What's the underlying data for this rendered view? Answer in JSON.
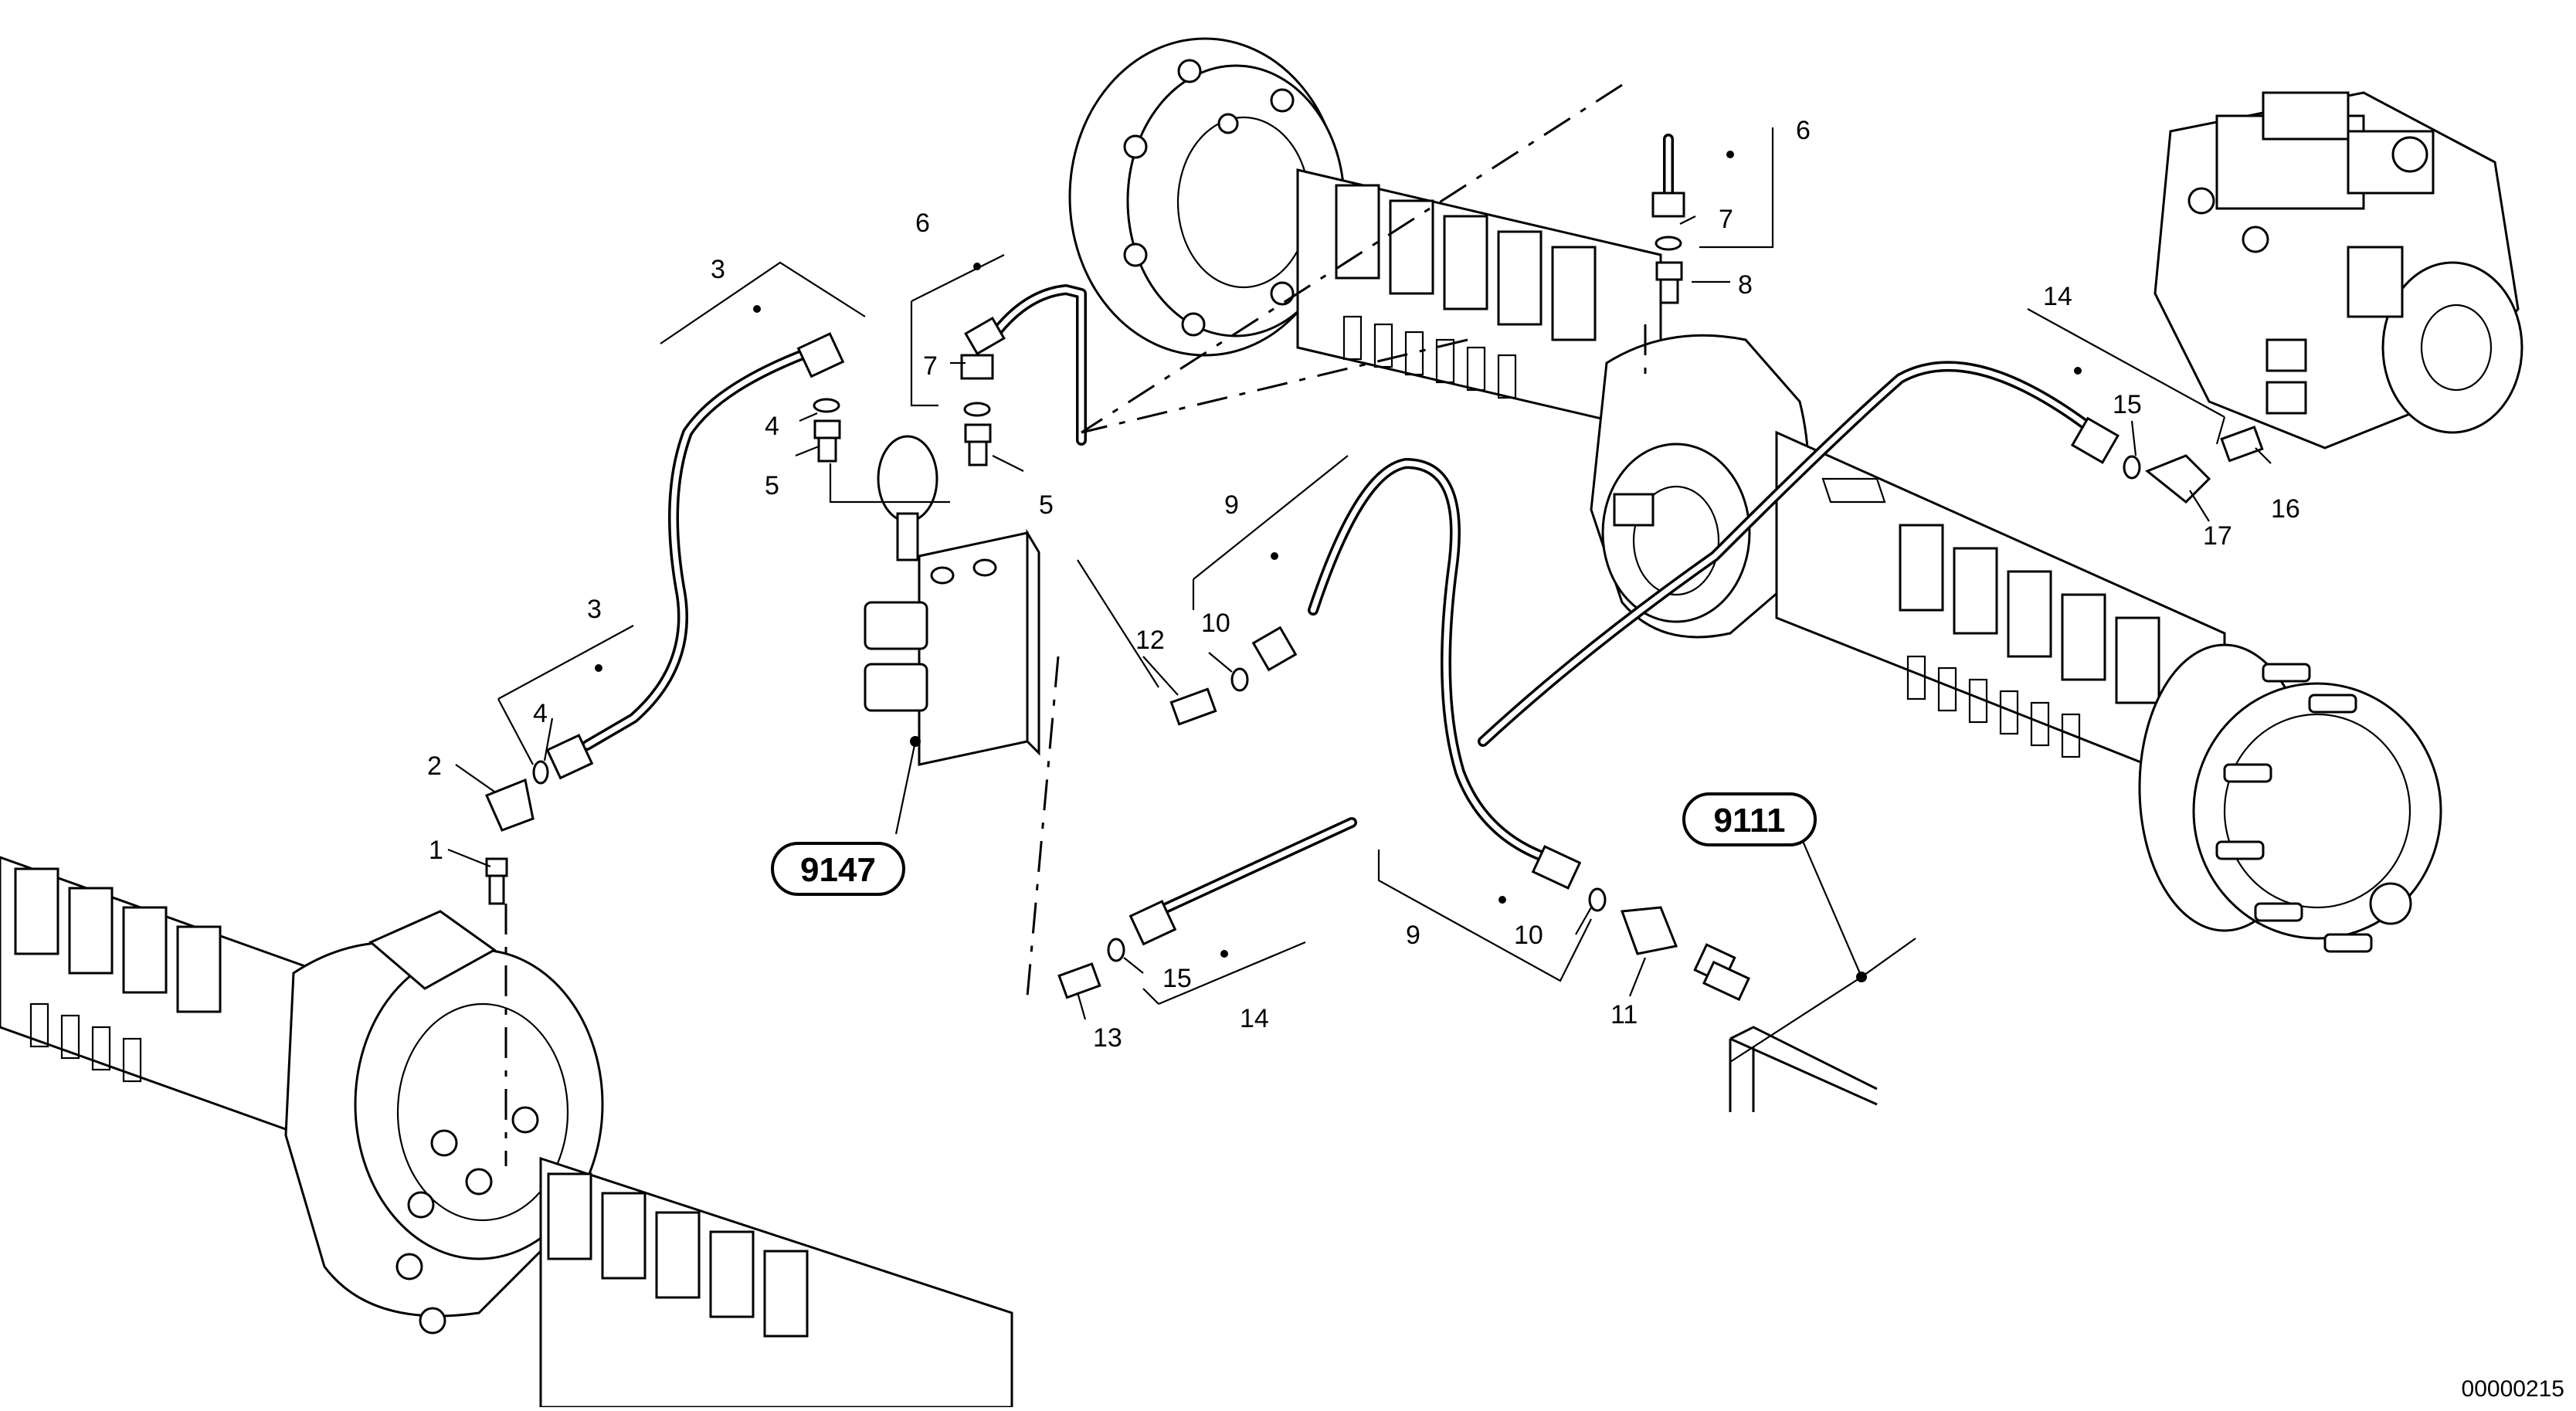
{
  "diagram": {
    "document_id": "00000215",
    "assembly_refs": {
      "valve_block": "9147",
      "tank": "9111"
    },
    "callouts": {
      "c1": "1",
      "c2": "2",
      "c3a": "3",
      "c3b": "3",
      "c4a": "4",
      "c4b": "4",
      "c5a": "5",
      "c5b": "5",
      "c6a": "6",
      "c6b": "6",
      "c7a": "7",
      "c7b": "7",
      "c8": "8",
      "c9a": "9",
      "c9b": "9",
      "c10a": "10",
      "c10b": "10",
      "c11": "11",
      "c12": "12",
      "c13": "13",
      "c14a": "14",
      "c14b": "14",
      "c15a": "15",
      "c15b": "15",
      "c16": "16",
      "c17": "17"
    }
  }
}
